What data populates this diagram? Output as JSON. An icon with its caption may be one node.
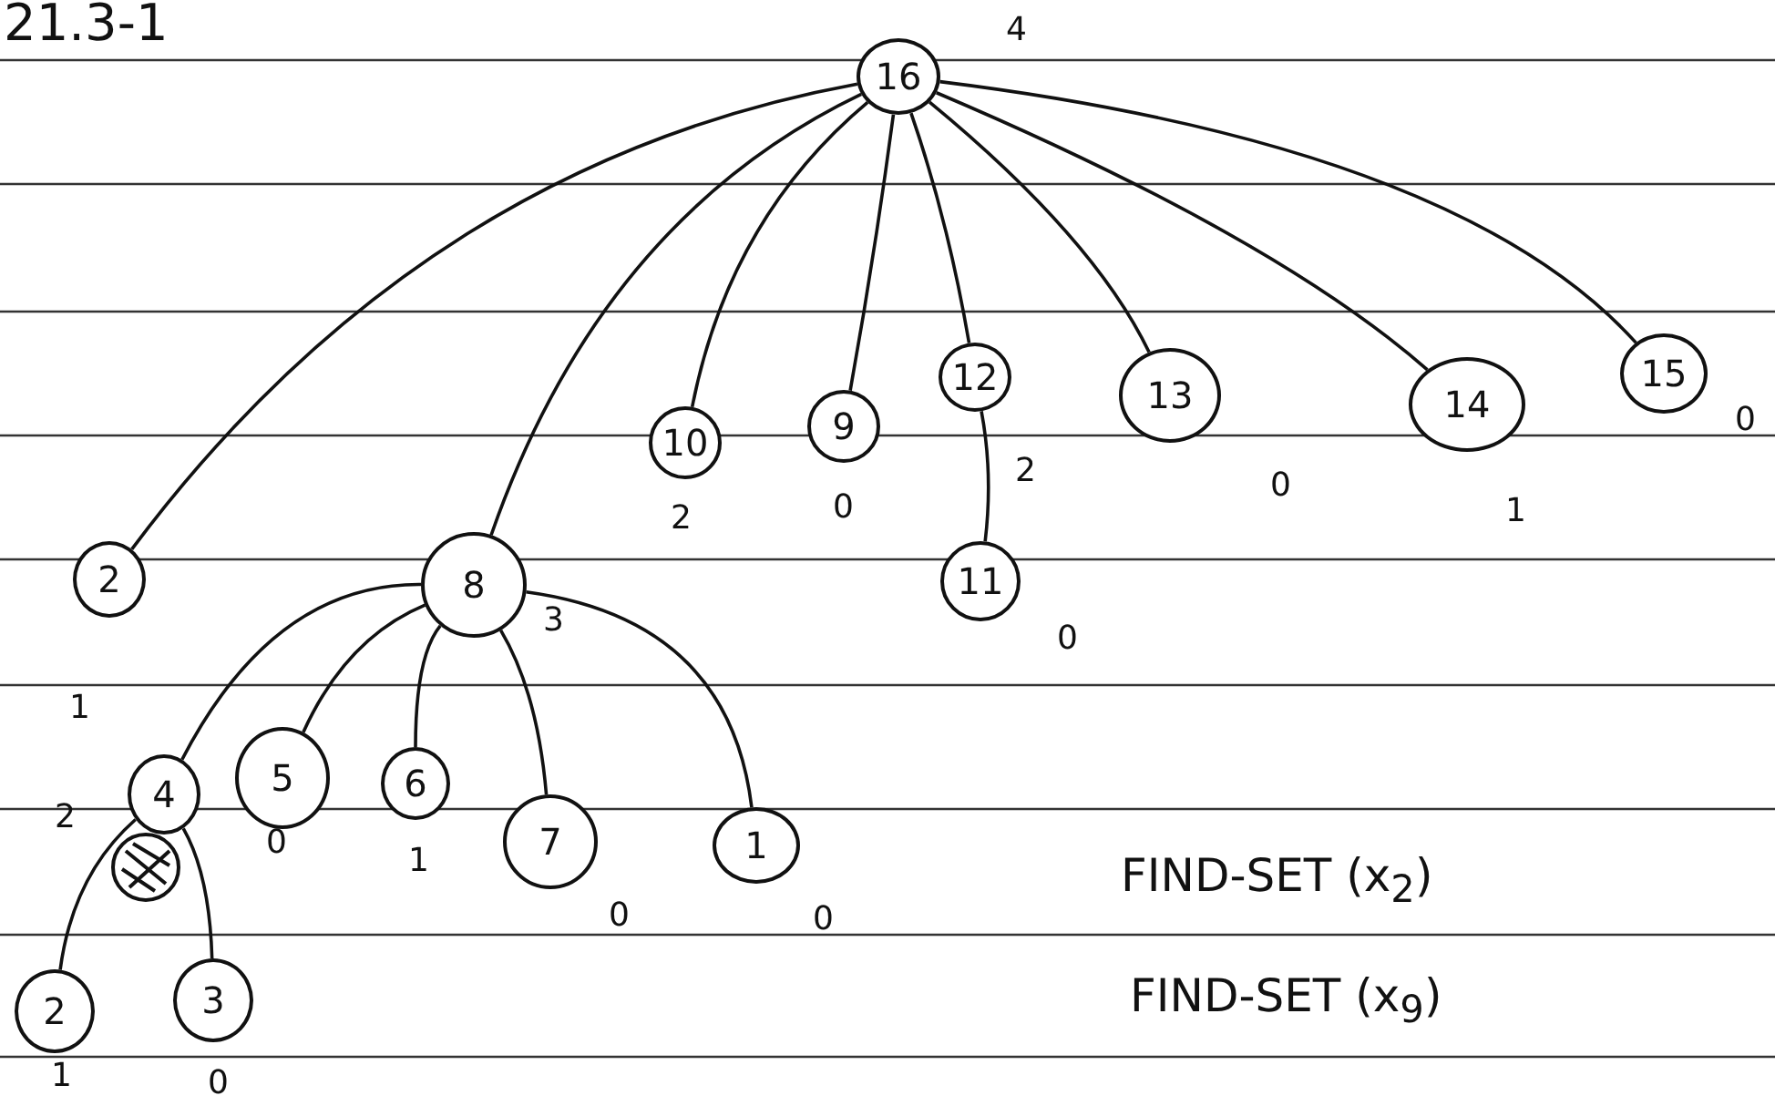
{
  "diagram": {
    "title": "21.3-1",
    "nodes": [
      {
        "text": [
          "16"
        ],
        "beside": [
          "4"
        ]
      },
      {
        "text": [
          "10"
        ],
        "beside": [
          "2"
        ]
      },
      {
        "text": [
          "9"
        ],
        "beside": [
          "0"
        ]
      },
      {
        "text": [
          "12"
        ],
        "beside": [
          "2"
        ]
      },
      {
        "text": [
          "13"
        ],
        "beside": [
          "0"
        ]
      },
      {
        "text": [
          "14"
        ],
        "beside": [
          "1"
        ]
      },
      {
        "text": [
          "15"
        ],
        "beside": [
          "0"
        ]
      },
      {
        "text": [
          "2"
        ],
        "beside": [
          "1"
        ]
      },
      {
        "text": [
          "8"
        ],
        "beside": [
          "3"
        ]
      },
      {
        "text": [
          "11"
        ],
        "beside": [
          "0"
        ]
      },
      {
        "text": [
          "4"
        ],
        "beside": [
          "2"
        ]
      },
      {
        "text": [
          "5"
        ],
        "beside": [
          "0"
        ]
      },
      {
        "text": [
          "6"
        ],
        "beside": [
          "1"
        ]
      },
      {
        "text": [
          "7"
        ],
        "beside": [
          "0"
        ]
      },
      {
        "text": [
          "1"
        ],
        "beside": [
          "0"
        ]
      },
      {
        "text": [],
        "shape": "circle"
      },
      {
        "text": [
          "2"
        ],
        "beside": [
          "1"
        ]
      },
      {
        "text": [
          "3"
        ],
        "beside": [
          "0"
        ]
      }
    ],
    "edges": [
      {
        "from": 0,
        "to": 7,
        "arrow": "none"
      },
      {
        "from": 0,
        "to": 8,
        "arrow": "none"
      },
      {
        "from": 0,
        "to": 1,
        "arrow": "none"
      },
      {
        "from": 0,
        "to": 2,
        "arrow": "none"
      },
      {
        "from": 0,
        "to": 3,
        "arrow": "none"
      },
      {
        "from": 0,
        "to": 4,
        "arrow": "none"
      },
      {
        "from": 0,
        "to": 5,
        "arrow": "none"
      },
      {
        "from": 0,
        "to": 6,
        "arrow": "none"
      },
      {
        "from": 3,
        "to": 9,
        "arrow": "none"
      },
      {
        "from": 8,
        "to": 10,
        "arrow": "none"
      },
      {
        "from": 8,
        "to": 11,
        "arrow": "none"
      },
      {
        "from": 8,
        "to": 12,
        "arrow": "none"
      },
      {
        "from": 8,
        "to": 13,
        "arrow": "none"
      },
      {
        "from": 8,
        "to": 14,
        "arrow": "none"
      },
      {
        "from": 10,
        "to": 16,
        "arrow": "none"
      },
      {
        "from": 10,
        "to": 17,
        "arrow": "none"
      }
    ],
    "labels": [
      "FIND-SET (x$_{2}$)",
      "FIND-SET (x$_{9}$)"
    ]
  }
}
